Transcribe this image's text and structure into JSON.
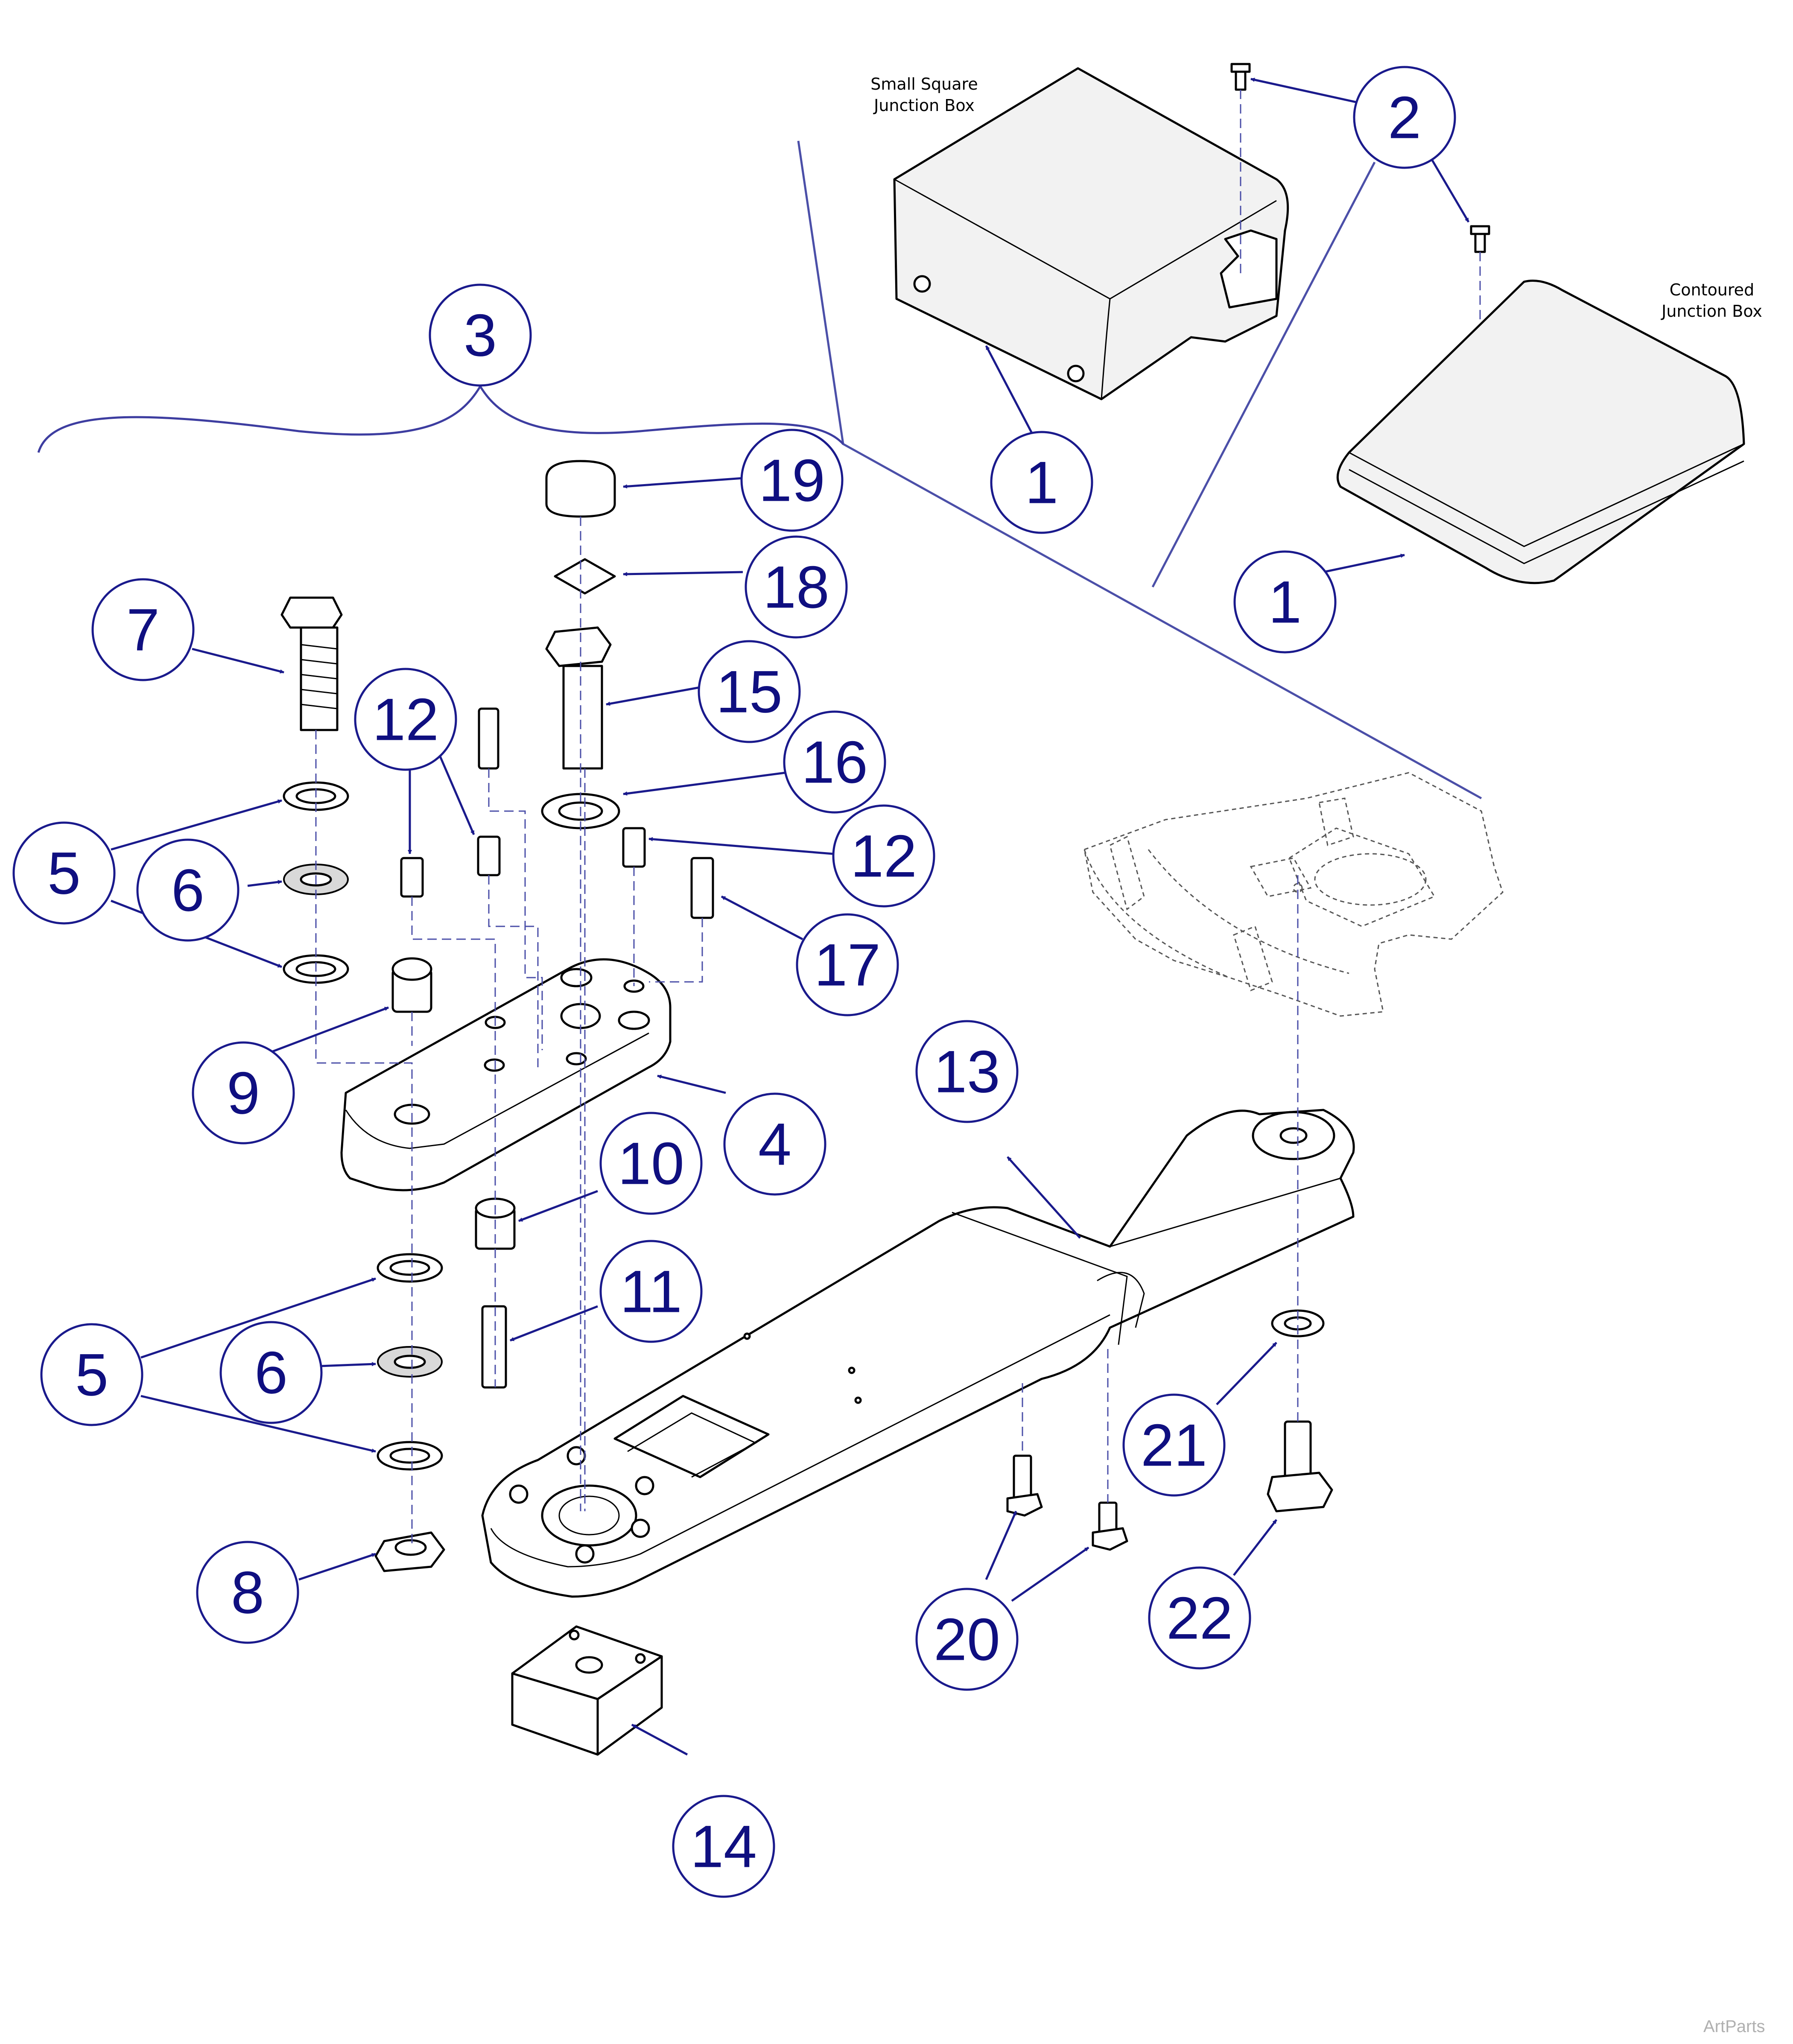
{
  "diagram": {
    "captions": {
      "small_square_line1": "Small Square",
      "small_square_line2": "Junction Box",
      "contoured_line1": "Contoured",
      "contoured_line2": "Junction Box"
    },
    "credit": "ArtParts",
    "callouts": {
      "c1a": "1",
      "c1b": "1",
      "c2": "2",
      "c3": "3",
      "c4": "4",
      "c5a": "5",
      "c5b": "5",
      "c6a": "6",
      "c6b": "6",
      "c7": "7",
      "c8": "8",
      "c9": "9",
      "c10": "10",
      "c11": "11",
      "c12a": "12",
      "c12b": "12",
      "c13": "13",
      "c14": "14",
      "c15": "15",
      "c16": "16",
      "c17": "17",
      "c18": "18",
      "c19": "19",
      "c20": "20",
      "c21": "21",
      "c22": "22"
    },
    "colors": {
      "callout_stroke": "#1a1a8c",
      "callout_text": "#0f0f80",
      "separator": "#4b4fa8",
      "credit": "#b0b0b0"
    }
  }
}
